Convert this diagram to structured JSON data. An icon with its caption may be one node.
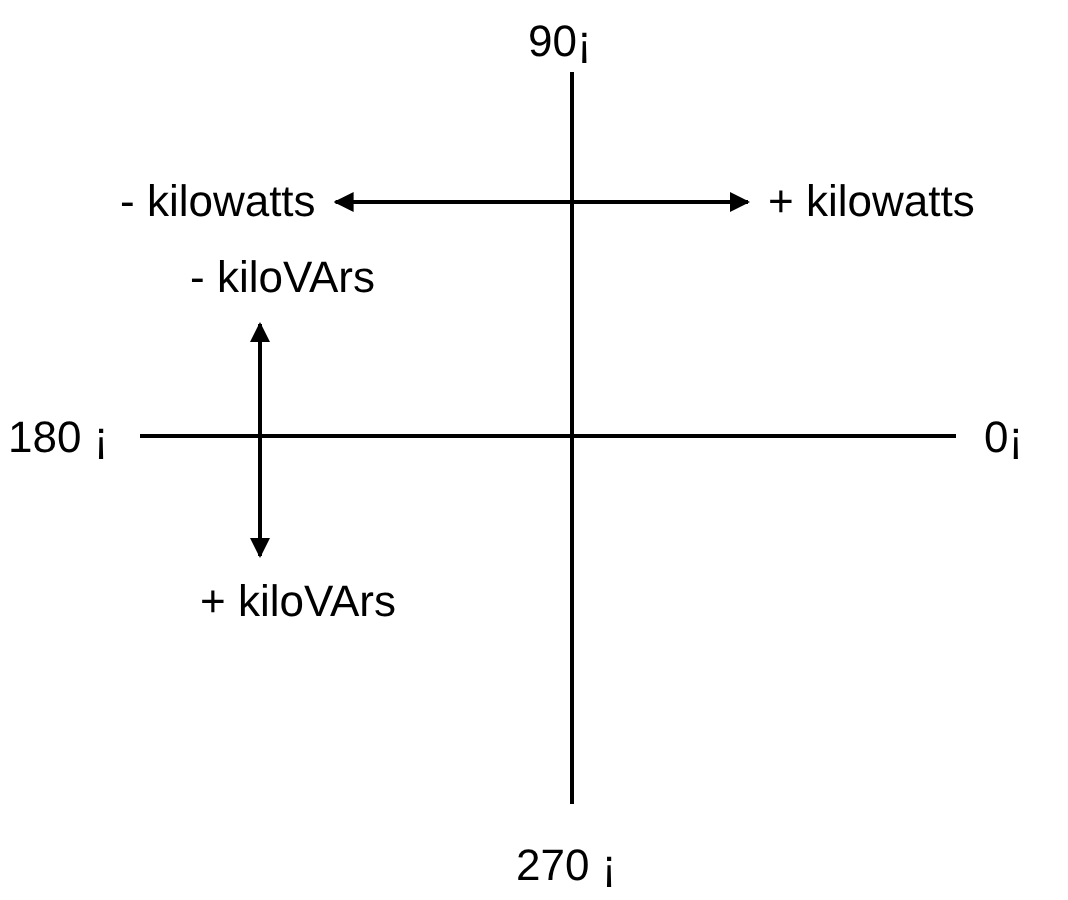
{
  "diagram": {
    "nodes": [
      {
        "text": [
          "- kilowatts"
        ]
      },
      {
        "text": [
          "+ kilowatts"
        ]
      },
      {
        "text": [
          "- kiloVArs"
        ]
      },
      {
        "text": [
          "+ kiloVArs"
        ]
      }
    ],
    "edges": [
      {
        "from": 0,
        "to": 1,
        "arrow": "both"
      },
      {
        "from": 2,
        "to": 3,
        "arrow": "both"
      }
    ],
    "labels": [
      "90¡",
      "180 ¡",
      "0¡",
      "270 ¡"
    ]
  }
}
